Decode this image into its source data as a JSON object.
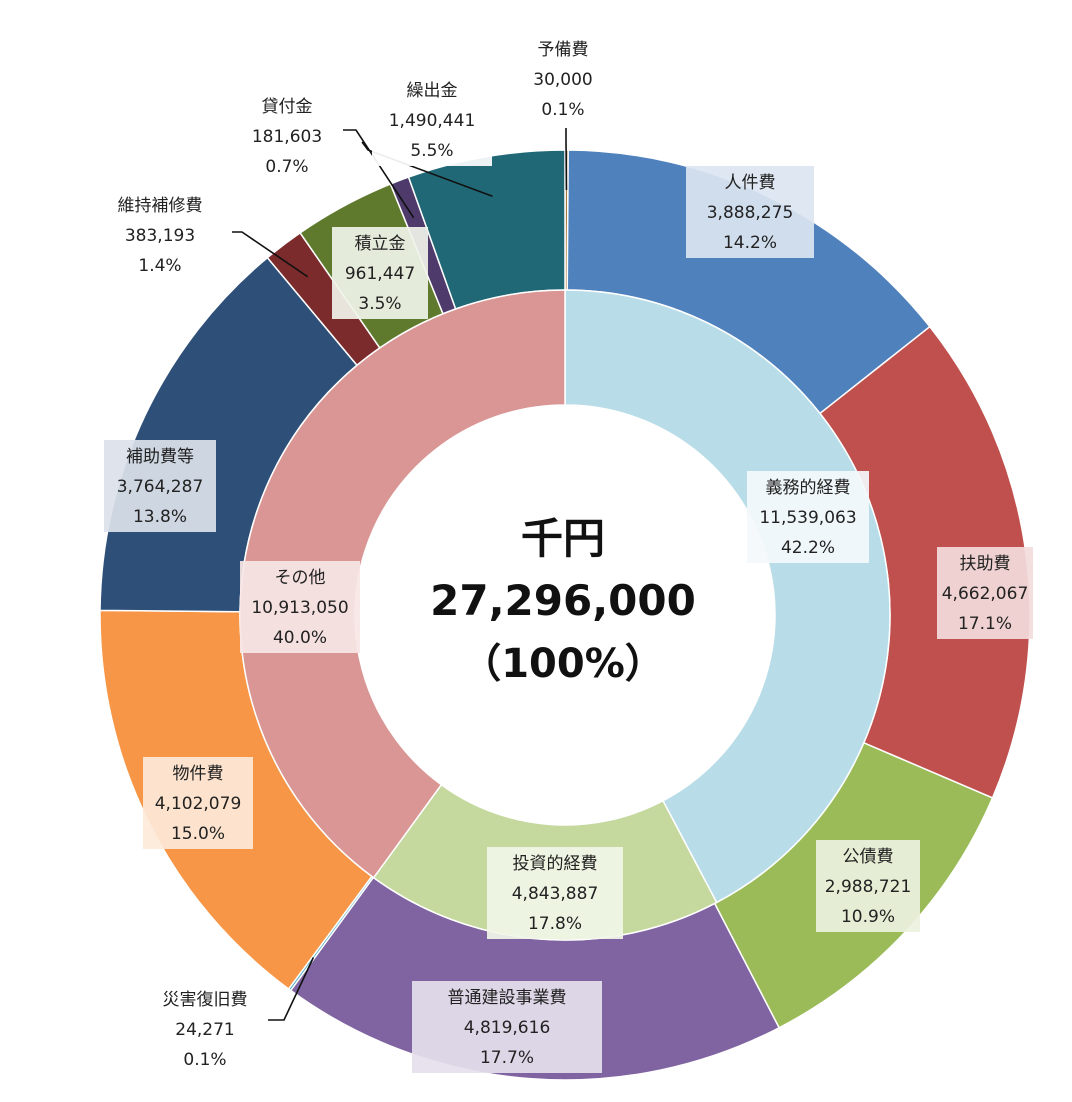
{
  "chart_data": {
    "type": "pie",
    "subtype": "nested-donut",
    "unit": "千円",
    "total": {
      "unit": "千円",
      "value": "27,296,000",
      "percent": "（100%）"
    },
    "inner": [
      {
        "name": "義務的経費",
        "value": 11539063,
        "value_label": "11,539,063",
        "percent": "42.2%",
        "color": "#b8dde8",
        "box": "#f4f9fb"
      },
      {
        "name": "投資的経費",
        "value": 4843887,
        "value_label": "4,843,887",
        "percent": "17.8%",
        "color": "#c5d89e",
        "box": "#f1f6e8"
      },
      {
        "name": "その他",
        "value": 10913050,
        "value_label": "10,913,050",
        "percent": "40.0%",
        "color": "#d99694",
        "box": "#f7e6e6"
      }
    ],
    "outer": [
      {
        "name": "予備費",
        "value": 30000,
        "value_label": "30,000",
        "percent": "0.1%",
        "color": "#a8773a",
        "box": "none"
      },
      {
        "name": "人件費",
        "value": 3888275,
        "value_label": "3,888,275",
        "percent": "14.2%",
        "color": "#4f81bd",
        "box": "#dbe5f1"
      },
      {
        "name": "扶助費",
        "value": 4662067,
        "value_label": "4,662,067",
        "percent": "17.1%",
        "color": "#c0504d",
        "box": "#f2dcdb"
      },
      {
        "name": "公債費",
        "value": 2988721,
        "value_label": "2,988,721",
        "percent": "10.9%",
        "color": "#9bbb59",
        "box": "#ebf1de"
      },
      {
        "name": "普通建設事業費",
        "value": 4819616,
        "value_label": "4,819,616",
        "percent": "17.7%",
        "color": "#8064a2",
        "box": "#e5e0ec"
      },
      {
        "name": "災害復旧費",
        "value": 24271,
        "value_label": "24,271",
        "percent": "0.1%",
        "color": "#4bacc6",
        "box": "none"
      },
      {
        "name": "物件費",
        "value": 4102079,
        "value_label": "4,102,079",
        "percent": "15.0%",
        "color": "#f79646",
        "box": "#fde9d9"
      },
      {
        "name": "補助費等",
        "value": 3764287,
        "value_label": "3,764,287",
        "percent": "13.8%",
        "color": "#2e4f78",
        "box": "#dce2ea"
      },
      {
        "name": "維持補修費",
        "value": 383193,
        "value_label": "383,193",
        "percent": "1.4%",
        "color": "#7b2b2b",
        "box": "none"
      },
      {
        "name": "積立金",
        "value": 961447,
        "value_label": "961,447",
        "percent": "3.5%",
        "color": "#5f7a2c",
        "box": "#f1f4ea"
      },
      {
        "name": "貸付金",
        "value": 181603,
        "value_label": "181,603",
        "percent": "0.7%",
        "color": "#4e3b6b",
        "box": "none"
      },
      {
        "name": "繰出金",
        "value": 1490441,
        "value_label": "1,490,441",
        "percent": "5.5%",
        "color": "#216877",
        "box": "#ffffff"
      }
    ]
  }
}
